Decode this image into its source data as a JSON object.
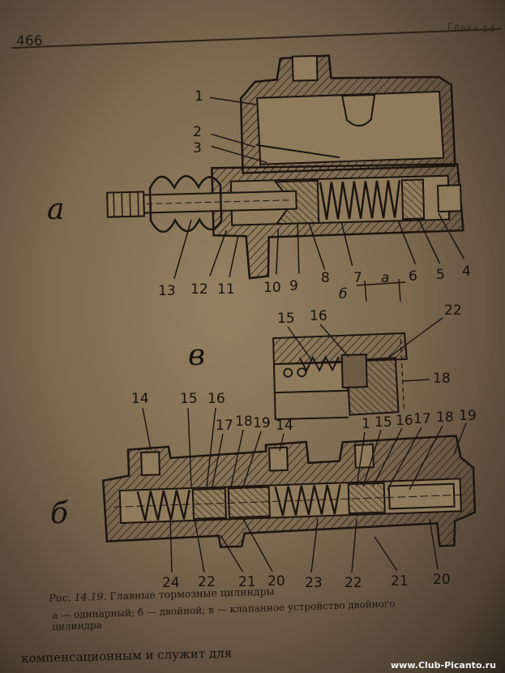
{
  "header": {
    "page_number": "466",
    "chapter": "Глава 14"
  },
  "figure": {
    "views": {
      "a": "а",
      "b": "б",
      "v": "в"
    },
    "labels_a": {
      "n1": "1",
      "n2": "2",
      "n3": "3",
      "n4": "4",
      "n5": "5",
      "n6": "6",
      "n7": "7",
      "n8": "8",
      "n9": "9",
      "n10": "10",
      "n11": "11",
      "n12": "12",
      "n13": "13",
      "dim": "а",
      "dim2": "б"
    },
    "labels_v": {
      "n15": "15",
      "n16": "16",
      "n22": "22",
      "n18": "18"
    },
    "labels_b": {
      "n14a": "14",
      "n15a": "15",
      "n16a": "16",
      "n17a": "17",
      "n18a": "18",
      "n19a": "19",
      "n14b": "14",
      "n1": "1",
      "n15b": "15",
      "n16b": "16",
      "n17b": "17",
      "n18b": "18",
      "n19b": "19",
      "n24": "24",
      "n22a": "22",
      "n21a": "21",
      "n20a": "20",
      "n23": "23",
      "n22b": "22",
      "n21b": "21",
      "n20b": "20"
    }
  },
  "caption": {
    "figure_ref": "Рис. 14.19.",
    "title": "Главные тормозные цилиндры",
    "line1": "а — одинарный; б — двойной; в — клапанное устройство двойного",
    "line2": "цилиндра"
  },
  "body_text": "компенсационным и служит для",
  "watermark": "www.Club-Picanto.ru"
}
